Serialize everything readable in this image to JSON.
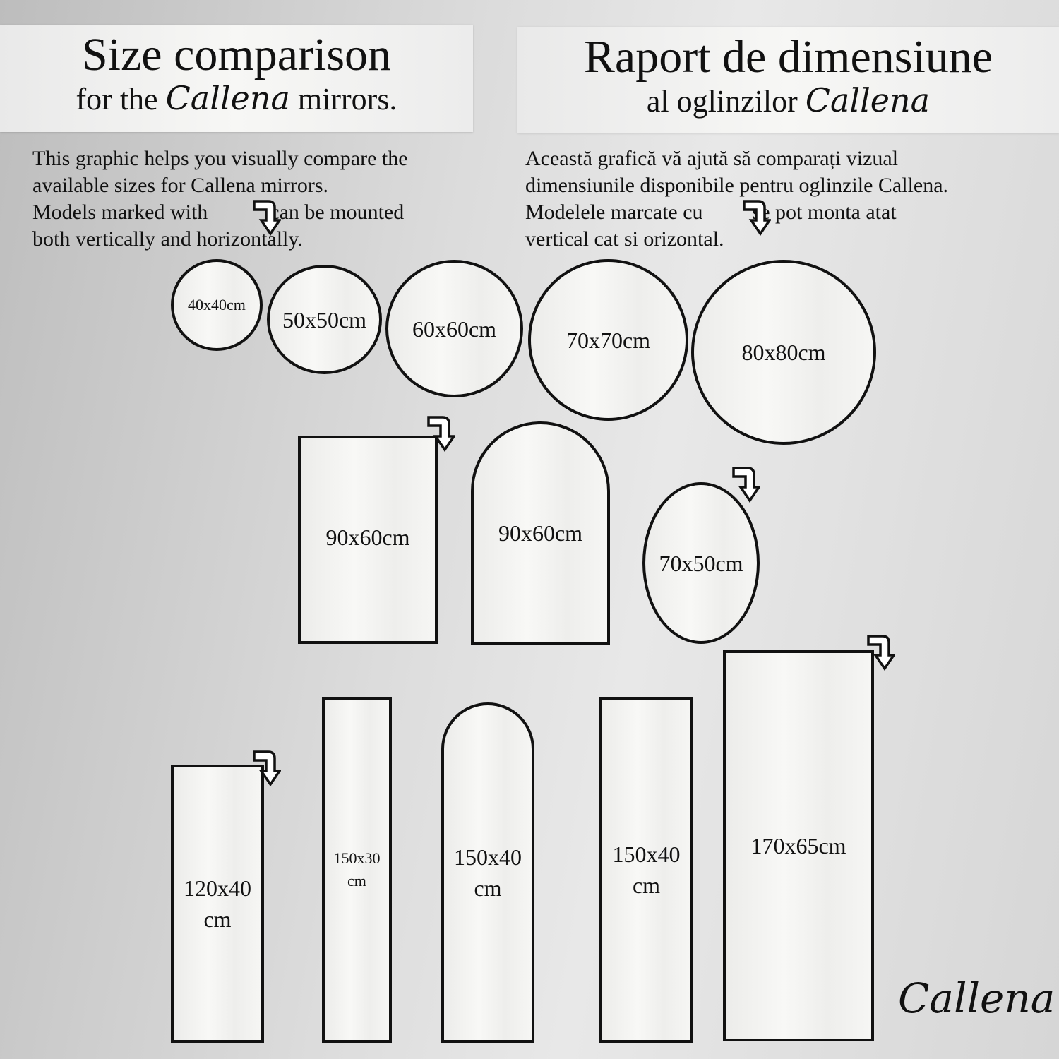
{
  "header_en": {
    "title": "Size comparison",
    "sub_pre": "for the",
    "brand": "Callena",
    "sub_post": "mirrors."
  },
  "header_ro": {
    "title": "Raport de dimensiune",
    "sub_pre": "al oglinzilor",
    "brand": "Callena"
  },
  "text_en": {
    "line1": "This graphic helps you visually compare the",
    "line2": "available sizes for Callena mirrors.",
    "line3a": "Models marked with",
    "line3b": "can be mounted",
    "line4": "both vertically and horizontally."
  },
  "text_ro": {
    "line1": "Această grafică vă ajută să comparați vizual",
    "line2": "dimensiunile disponibile pentru oglinzile Callena.",
    "line3a": "Modelele marcate cu",
    "line3b": "se pot monta atat",
    "line4": "vertical cat si orizontal."
  },
  "mirrors": [
    {
      "label": "40x40cm",
      "shape": "round"
    },
    {
      "label": "50x50cm",
      "shape": "round"
    },
    {
      "label": "60x60cm",
      "shape": "round"
    },
    {
      "label": "70x70cm",
      "shape": "round"
    },
    {
      "label": "80x80cm",
      "shape": "round"
    },
    {
      "label": "90x60cm",
      "shape": "rectangle",
      "rotatable": true
    },
    {
      "label": "90x60cm",
      "shape": "arch"
    },
    {
      "label": "70x50cm",
      "shape": "oval",
      "rotatable": true
    },
    {
      "label": "120x40 cm",
      "shape": "rectangle",
      "rotatable": true
    },
    {
      "label": "150x30 cm",
      "shape": "rectangle"
    },
    {
      "label": "150x40 cm",
      "shape": "arch"
    },
    {
      "label": "150x40 cm",
      "shape": "rectangle"
    },
    {
      "label": "170x65cm",
      "shape": "rectangle",
      "rotatable": true
    }
  ],
  "logo": "Callena"
}
